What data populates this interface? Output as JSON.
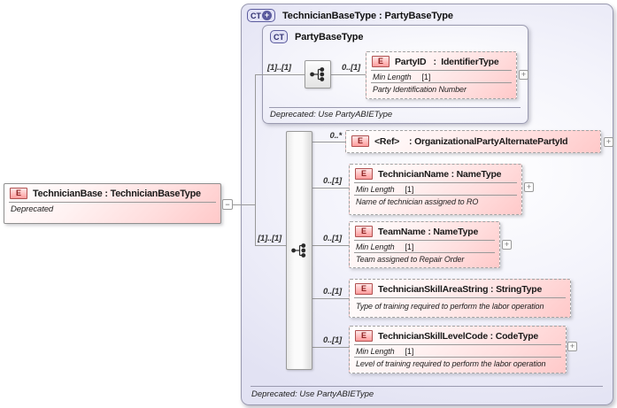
{
  "root": {
    "badge": "E",
    "title": "TechnicianBase : TechnicianBaseType",
    "annotation": "Deprecated",
    "collapse_glyph": "−"
  },
  "outer": {
    "badge": "CT",
    "badge_plus": "+",
    "title": "TechnicianBaseType : PartyBaseType",
    "footer": "Deprecated: Use PartyABIEType"
  },
  "base": {
    "badge": "CT",
    "title": "PartyBaseType",
    "footer": "Deprecated: Use PartyABIEType",
    "sequence_cardinality": "[1]..[1]",
    "party_id": {
      "badge": "E",
      "cardinality": "0..[1]",
      "title": "PartyID   :  IdentifierType",
      "facet_label": "Min Length",
      "facet_value": "[1]",
      "description": "Party Identification Number",
      "expand": "+"
    }
  },
  "sequence": {
    "cardinality": "[1]..[1]",
    "children": [
      {
        "badge": "E",
        "cardinality": "0..*",
        "title": "<Ref>    : OrganizationalPartyAlternatePartyId",
        "expand": "+"
      },
      {
        "badge": "E",
        "cardinality": "0..[1]",
        "title": "TechnicianName : NameType",
        "facet_label": "Min Length",
        "facet_value": "[1]",
        "description": "Name of technician assigned to RO",
        "expand": "+"
      },
      {
        "badge": "E",
        "cardinality": "0..[1]",
        "title": "TeamName : NameType",
        "facet_label": "Min Length",
        "facet_value": "[1]",
        "description": "Team assigned to Repair Order",
        "expand": "+"
      },
      {
        "badge": "E",
        "cardinality": "0..[1]",
        "title": "TechnicianSkillAreaString : StringType",
        "description": "Type of training required to perform the labor operation"
      },
      {
        "badge": "E",
        "cardinality": "0..[1]",
        "title": "TechnicianSkillLevelCode : CodeType",
        "facet_label": "Min Length",
        "facet_value": "[1]",
        "description": "Level of training required to perform the labor operation",
        "expand": "+"
      }
    ]
  },
  "colors": {
    "container_fill": "#e6e6f4",
    "element_pink": "#ffd2d2",
    "badge_red_border": "#b05050",
    "badge_blue_border": "#5c5c9e",
    "line": "#999999"
  }
}
